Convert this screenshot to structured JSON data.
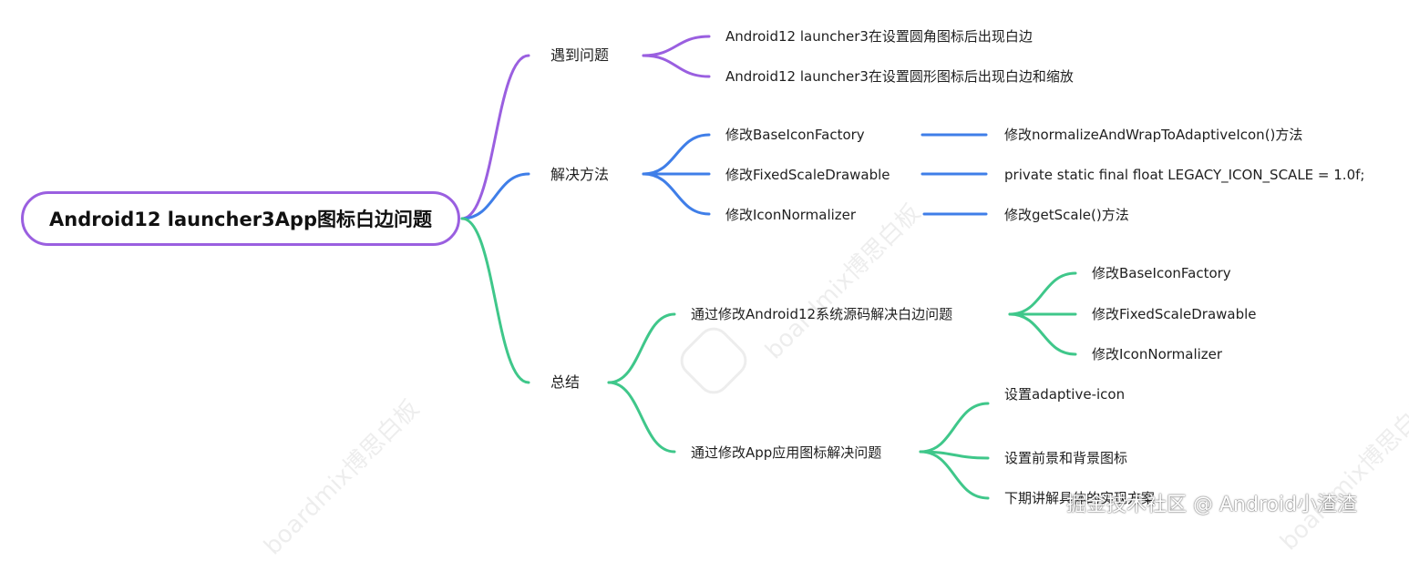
{
  "colors": {
    "root_border": "#9a5fe0",
    "branch_problem": "#9a5fe0",
    "branch_solution": "#3f7ee8",
    "branch_summary": "#3fc78a"
  },
  "root": {
    "label": "Android12 launcher3App图标白边问题"
  },
  "branches": {
    "problem": {
      "label": "遇到问题",
      "children": [
        "Android12 launcher3在设置圆角图标后出现白边",
        "Android12 launcher3在设置圆形图标后出现白边和缩放"
      ]
    },
    "solution": {
      "label": "解决方法",
      "children": [
        {
          "label": "修改BaseIconFactory",
          "detail": "修改normalizeAndWrapToAdaptiveIcon()方法"
        },
        {
          "label": "修改FixedScaleDrawable",
          "detail": "private static final float LEGACY_ICON_SCALE = 1.0f;"
        },
        {
          "label": "修改IconNormalizer",
          "detail": "修改getScale()方法"
        }
      ]
    },
    "summary": {
      "label": "总结",
      "children": [
        {
          "label": "通过修改Android12系统源码解决白边问题",
          "children": [
            "修改BaseIconFactory",
            "修改FixedScaleDrawable",
            "修改IconNormalizer"
          ]
        },
        {
          "label": "通过修改App应用图标解决问题",
          "children": [
            "设置adaptive-icon",
            "设置前景和背景图标",
            "下期讲解具体的实现方案"
          ]
        }
      ]
    }
  },
  "watermarks": [
    "boardmix博思白板",
    "boardmix博思白板",
    "boardmix博思白板"
  ],
  "footer": "掘金技术社区 @ Android小渣渣"
}
